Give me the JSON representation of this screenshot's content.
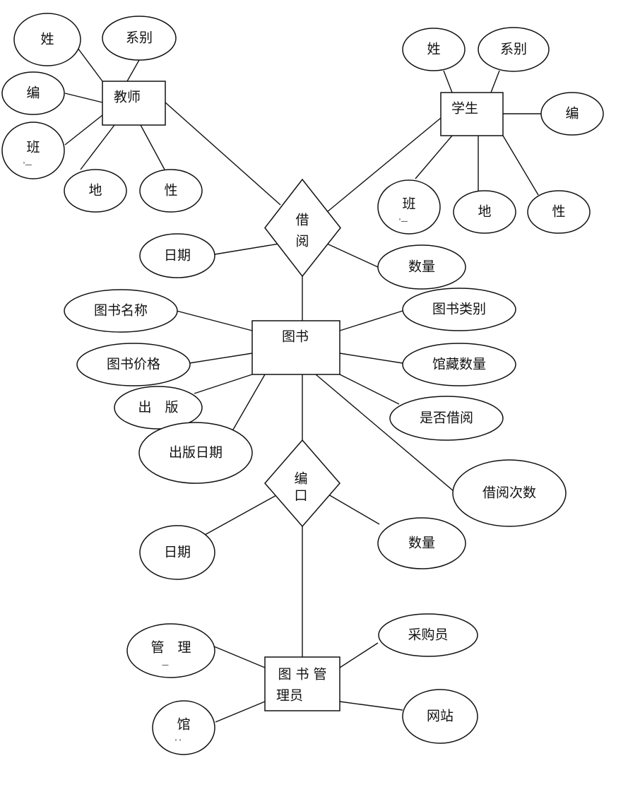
{
  "diagram": {
    "entities": {
      "teacher": {
        "label": "教师",
        "attrs": {
          "surname": "姓",
          "surname_frag": "",
          "dept": "系别",
          "number": "编",
          "class": "班",
          "class_frag": "'—",
          "address": "地",
          "gender": "性"
        }
      },
      "student": {
        "label": "学生",
        "attrs": {
          "surname": "姓",
          "dept": "系别",
          "number": "编",
          "class": "班",
          "class_frag": "'—",
          "address": "地",
          "gender": "性"
        }
      },
      "book": {
        "label": "图书",
        "attrs": {
          "name": "图书名称",
          "price": "图书价格",
          "publisher": "出　版",
          "pub_date": "出版日期",
          "category": "图书类别",
          "stock": "馆藏数量",
          "is_borrowed": "是否借阅",
          "borrow_count": "借阅次数"
        }
      },
      "librarian": {
        "label_line1": "图 书 管",
        "label_line2": "理员",
        "attrs": {
          "manager": "管　理",
          "manager_frag": "—",
          "hall": "馆",
          "hall_frag": "' '",
          "purchaser": "采购员",
          "website": "网站"
        }
      }
    },
    "relationships": {
      "borrow": {
        "label_line1": "借",
        "label_line2": "阅",
        "attrs": {
          "date": "日期",
          "quantity": "数量"
        }
      },
      "catalog": {
        "label_line1": "编",
        "label_line2": "口",
        "attrs": {
          "date": "日期",
          "quantity": "数量"
        }
      }
    }
  }
}
